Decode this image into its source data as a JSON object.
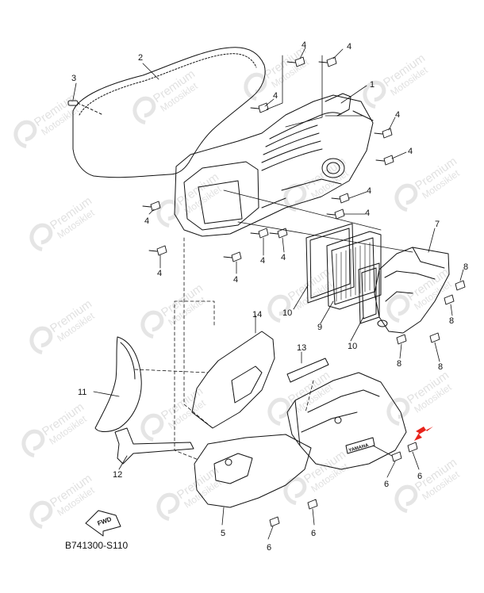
{
  "diagram": {
    "callouts": [
      {
        "id": "c1",
        "text": "1"
      },
      {
        "id": "c2",
        "text": "2"
      },
      {
        "id": "c3",
        "text": "3"
      },
      {
        "id": "c4a",
        "text": "4"
      },
      {
        "id": "c4b",
        "text": "4"
      },
      {
        "id": "c4c",
        "text": "4"
      },
      {
        "id": "c4d",
        "text": "4"
      },
      {
        "id": "c4e",
        "text": "4"
      },
      {
        "id": "c4f",
        "text": "4"
      },
      {
        "id": "c4g",
        "text": "4"
      },
      {
        "id": "c4h",
        "text": "4"
      },
      {
        "id": "c4i",
        "text": "4"
      },
      {
        "id": "c4j",
        "text": "4"
      },
      {
        "id": "c4k",
        "text": "4"
      },
      {
        "id": "c4l",
        "text": "4"
      },
      {
        "id": "c4m",
        "text": "4"
      },
      {
        "id": "c5",
        "text": "5"
      },
      {
        "id": "c6a",
        "text": "6"
      },
      {
        "id": "c6b",
        "text": "6"
      },
      {
        "id": "c6c",
        "text": "6"
      },
      {
        "id": "c6d",
        "text": "6"
      },
      {
        "id": "c6e",
        "text": "6"
      },
      {
        "id": "c7",
        "text": "7"
      },
      {
        "id": "c8a",
        "text": "8"
      },
      {
        "id": "c8b",
        "text": "8"
      },
      {
        "id": "c8c",
        "text": "8"
      },
      {
        "id": "c8d",
        "text": "8"
      },
      {
        "id": "c9",
        "text": "9"
      },
      {
        "id": "c10a",
        "text": "10"
      },
      {
        "id": "c10b",
        "text": "10"
      },
      {
        "id": "c11",
        "text": "11"
      },
      {
        "id": "c12",
        "text": "12"
      },
      {
        "id": "c13",
        "text": "13"
      },
      {
        "id": "c14",
        "text": "14"
      }
    ],
    "code": "B741300-S110",
    "fwd_label": "FWD",
    "brand_mark": "YAMAHA",
    "watermark": {
      "line1": "Premium",
      "line2": "Motosiklet"
    },
    "accent_arrow_color": "#e8231b",
    "line_color": "#111111"
  }
}
